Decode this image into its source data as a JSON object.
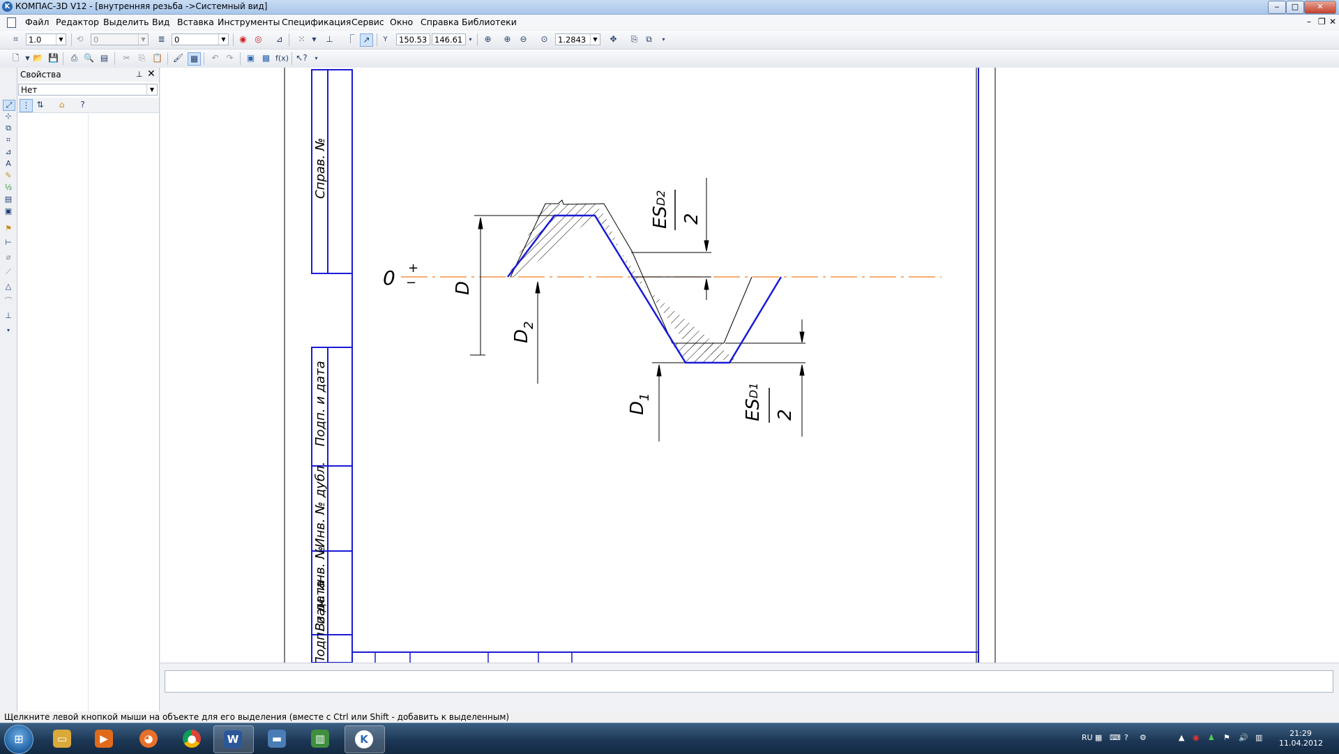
{
  "window": {
    "title": "КОМПАС-3D V12 - [внутренняя резьба ->Системный вид]",
    "app_icon": "kompas-logo-icon",
    "controls": {
      "minimize": "‒",
      "maximize": "□",
      "close": "✕"
    }
  },
  "menu": {
    "items": [
      "Файл",
      "Редактор",
      "Выделить",
      "Вид",
      "Вставка",
      "Инструменты",
      "Спецификация",
      "Сервис",
      "Окно",
      "Справка",
      "Библиотеки"
    ],
    "mdi_controls": {
      "minimize": "–",
      "restore": "❐",
      "close": "✕"
    }
  },
  "toolbar1": {
    "step": "1.0",
    "angle": "0",
    "layer": "0",
    "coord_label": "Y",
    "coord_x": "150.53",
    "coord_y": "146.61",
    "zoom": "1.2843"
  },
  "toolbar2": {
    "icons": [
      "new-doc-icon",
      "open-icon",
      "save-icon",
      "print-icon",
      "preview-icon",
      "print-setup-icon",
      "cut-icon",
      "copy-icon",
      "paste-icon",
      "format-painter-icon",
      "properties-icon",
      "undo-icon",
      "redo-icon",
      "manager-icon",
      "library-icon",
      "fx-icon",
      "help-pointer-icon"
    ],
    "fx_label": "f(x)"
  },
  "props": {
    "title": "Свойства",
    "pin": "⊥",
    "close": "✕",
    "selector_value": "Нет"
  },
  "drawing": {
    "stamp_labels": [
      "Справ. №",
      "Подп. и дата",
      "Инв. № дубл.",
      "Взам. инв. №",
      "Подп. и дата"
    ],
    "dims": {
      "zero": "0",
      "plus": "+",
      "minus": "−",
      "D": "D",
      "D2_main": "D",
      "D2_sub": "2",
      "D1_main": "D",
      "D1_sub": "1",
      "esd2_top": "ES",
      "esd2_sub": "D2",
      "esd2_den": "2",
      "esd1_top": "ES",
      "esd1_sub": "D1",
      "esd1_den": "2"
    },
    "colors": {
      "frame": "#1a1ad6",
      "axis": "#f07a1a",
      "thread": "#1a1ad6"
    }
  },
  "status": {
    "text": "Щелкните левой кнопкой мыши на объекте для его выделения (вместе с Ctrl или Shift - добавить к выделенным)"
  },
  "taskbar": {
    "apps": [
      "explorer-icon",
      "media-player-icon",
      "firefox-icon",
      "chrome-icon",
      "word-icon",
      "monitor-icon",
      "task-manager-icon",
      "kompas-icon"
    ],
    "word_label": "W",
    "kompas_label": "K",
    "lang": "RU",
    "time": "21:29",
    "date": "11.04.2012"
  }
}
